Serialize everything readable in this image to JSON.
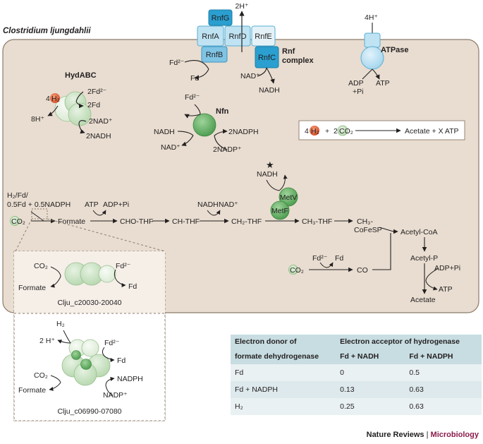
{
  "organism": "Clostridium ljungdahlii",
  "rnf": {
    "subunits": {
      "G": "RnfG",
      "A": "RnfA",
      "D": "RnfD",
      "E": "RnfE",
      "B": "RnfB",
      "C": "RnfC"
    },
    "title_line1": "Rnf",
    "title_line2": "complex",
    "proton": "2H⁺",
    "fd_in": "Fd²⁻",
    "fd_out": "Fd",
    "nad_in": "NAD⁺",
    "nadh_out": "NADH"
  },
  "atpase": {
    "title": "ATPase",
    "proton": "4H⁺",
    "adp": "ADP",
    "pi": "+Pi",
    "atp": "ATP"
  },
  "hydabc": {
    "title": "HydABC",
    "h2_coef": "4",
    "h2": "H₂",
    "h_out": "8H⁺",
    "fd_in": "2Fd²⁻",
    "fd_out": "2Fd",
    "nad_in": "2NAD⁺",
    "nadh_out": "2NADH"
  },
  "nfn": {
    "title": "Nfn",
    "fd_in": "Fd²⁻",
    "nadh_in": "NADH",
    "nad_out": "NAD⁺",
    "nadp_in": "2NADP⁺",
    "nadph_out": "2NADPH"
  },
  "equation": {
    "h2_coef": "4",
    "h2": "H₂",
    "plus": "+",
    "co2_coef": "2",
    "co2": "CO₂",
    "product": "Acetate + X ATP"
  },
  "pathway": {
    "donor_line1": "H₂/Fd/",
    "donor_line2": "0.5Fd + 0.5NADPH",
    "co2": "CO₂",
    "formate": "Formate",
    "atp": "ATP",
    "adp_pi": "ADP+Pi",
    "cho_thf": "CHO-THF",
    "ch_thf": "CH-THF",
    "nadh": "NADH",
    "nad": "NAD⁺",
    "ch2_thf": "CH₂-THF",
    "star": "★",
    "metv_nadh": "NADH",
    "metv": "MetV",
    "metf": "MetF",
    "ch3_thf": "CH₃-THF",
    "ch3_cofesp_line1": "CH₃-",
    "ch3_cofesp_line2": "CoFeSP",
    "acetyl_coa": "Acetyl-CoA",
    "acetyl_p": "Acetyl-P",
    "adp_pi2": "ADP+Pi",
    "atp2": "ATP",
    "acetate": "Acetate",
    "co2_b": "CO₂",
    "fd_in": "Fd²⁻",
    "fd_out": "Fd",
    "co": "CO"
  },
  "inset1": {
    "co2": "CO₂",
    "formate": "Formate",
    "fd_in": "Fd²⁻",
    "fd_out": "Fd",
    "caption": "Clju_c20030-20040"
  },
  "inset2": {
    "h2": "H₂",
    "h_plus": "2 H⁺",
    "fd_in": "Fd²⁻",
    "fd_out": "Fd",
    "co2": "CO₂",
    "formate": "Formate",
    "nadph": "NADPH",
    "nadp": "NADP⁺",
    "caption": "Clju_c06990-07080"
  },
  "table": {
    "header_col1_line1": "Electron donor of",
    "header_col1_line2": "formate dehydrogenase",
    "header_group": "Electron acceptor of hydrogenase",
    "header_sub1": "Fd + NADH",
    "header_sub2": "Fd + NADPH",
    "rows": [
      {
        "donor": "Fd",
        "v1": "0",
        "v2": "0.5"
      },
      {
        "donor": "Fd + NADPH",
        "v1": "0.13",
        "v2": "0.63"
      },
      {
        "donor": "H₂",
        "v1": "0.25",
        "v2": "0.63"
      }
    ]
  },
  "footer": {
    "brand": "Nature Reviews",
    "separator": "|",
    "journal": "Microbiology"
  },
  "colors": {
    "cell_fill": "#e8ddd0",
    "cell_border": "#8c7b6a",
    "rnf_dark": "#2a9fd0",
    "rnf_light": "#bfe3f2",
    "enzyme_green": "#6ab86a",
    "enzyme_light": "#cfe6c9",
    "hydrogen_red": "#e0643c",
    "journal": "#8a1c4a"
  }
}
